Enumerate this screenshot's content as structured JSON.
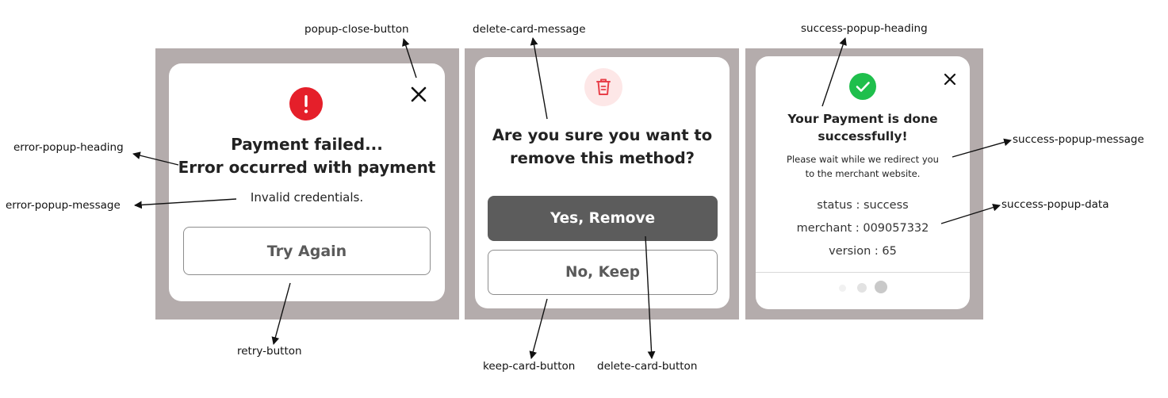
{
  "labels": {
    "popup_close_button": "popup-close-button",
    "delete_card_message": "delete-card-message",
    "success_popup_heading": "success-popup-heading",
    "error_popup_heading": "error-popup-heading",
    "error_popup_message": "error-popup-message",
    "success_popup_message": "success-popup-message",
    "success_popup_data": "success-popup-data",
    "retry_button": "retry-button",
    "keep_card_button": "keep-card-button",
    "delete_card_button": "delete-card-button"
  },
  "error_popup": {
    "heading_line1": "Payment failed...",
    "heading_line2": "Error occurred with payment",
    "message": "Invalid credentials.",
    "retry_label": "Try Again",
    "icon": "alert-icon",
    "accent": "#e51f2a"
  },
  "delete_popup": {
    "question_line1": "Are you sure you want to",
    "question_line2": "remove this method?",
    "remove_label": "Yes, Remove",
    "keep_label": "No, Keep",
    "icon": "trash-icon",
    "accent": "#e8404a"
  },
  "success_popup": {
    "heading_line1": "Your Payment is done",
    "heading_line2": "successfully!",
    "message_line1": "Please wait while we redirect you",
    "message_line2": "to the merchant website.",
    "status": "status : success",
    "merchant": "merchant : 009057332",
    "version": "version : 65",
    "icon": "check-icon",
    "accent": "#1fbf4c",
    "pager_dots": 3,
    "active_dot": 3
  }
}
